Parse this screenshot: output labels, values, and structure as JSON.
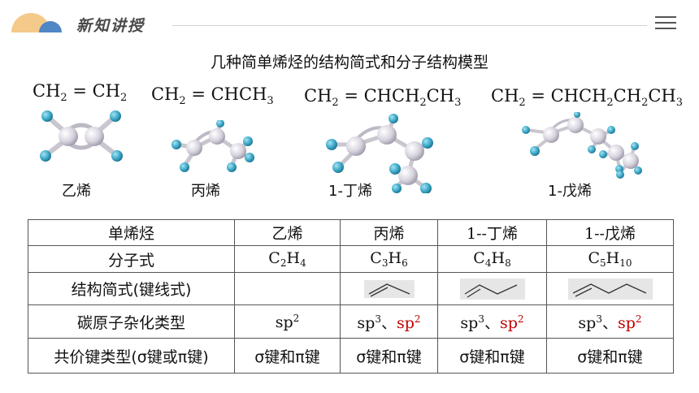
{
  "header": {
    "title": "新知讲授",
    "menu_icon": "hamburger-menu-icon"
  },
  "page_title": "几种简单烯烃的结构简式和分子结构模型",
  "molecules": [
    {
      "formula_parts": [
        "CH",
        "2",
        " = CH",
        "2"
      ],
      "name": "乙烯"
    },
    {
      "formula_parts": [
        "CH",
        "2",
        " = CHCH",
        "3"
      ],
      "name": "丙烯"
    },
    {
      "formula_parts": [
        "CH",
        "2",
        " = CHCH",
        "2",
        "CH",
        "3"
      ],
      "name": "1-丁烯"
    },
    {
      "formula_parts": [
        "CH",
        "2",
        " = CHCH",
        "2",
        "CH",
        "2",
        "CH",
        "3"
      ],
      "name": "1-戊烯"
    }
  ],
  "table": {
    "headers": [
      "单烯烃",
      "乙烯",
      "丙烯",
      "1--丁烯",
      "1--戊烯"
    ],
    "row_labels": [
      "分子式",
      "结构简式(键线式)",
      "碳原子杂化类型",
      "共价键类型(σ键或π键)"
    ],
    "molecular_formulas": [
      {
        "c": "C",
        "cn": "2",
        "h": "H",
        "hn": "4"
      },
      {
        "c": "C",
        "cn": "3",
        "h": "H",
        "hn": "6"
      },
      {
        "c": "C",
        "cn": "4",
        "h": "H",
        "hn": "8"
      },
      {
        "c": "C",
        "cn": "5",
        "h": "H",
        "hn": "10"
      }
    ],
    "hybridization": [
      {
        "a": "",
        "b": "sp",
        "b_exp": "2"
      },
      {
        "a": "sp",
        "a_exp": "3",
        "sep": "、",
        "b": "sp",
        "b_exp": "2"
      },
      {
        "a": "sp",
        "a_exp": "3",
        "sep": "、",
        "b": "sp",
        "b_exp": "2"
      },
      {
        "a": "sp",
        "a_exp": "3",
        "sep": "、",
        "b": "sp",
        "b_exp": "2"
      }
    ],
    "bond_type": "σ键和π键"
  },
  "colors": {
    "answer_red": "#c00000",
    "atom_carbon": "#d8d4df",
    "atom_hydrogen": "#3aa8c8",
    "logo_orange": "#f5c98a",
    "logo_blue": "#4f86c6"
  }
}
